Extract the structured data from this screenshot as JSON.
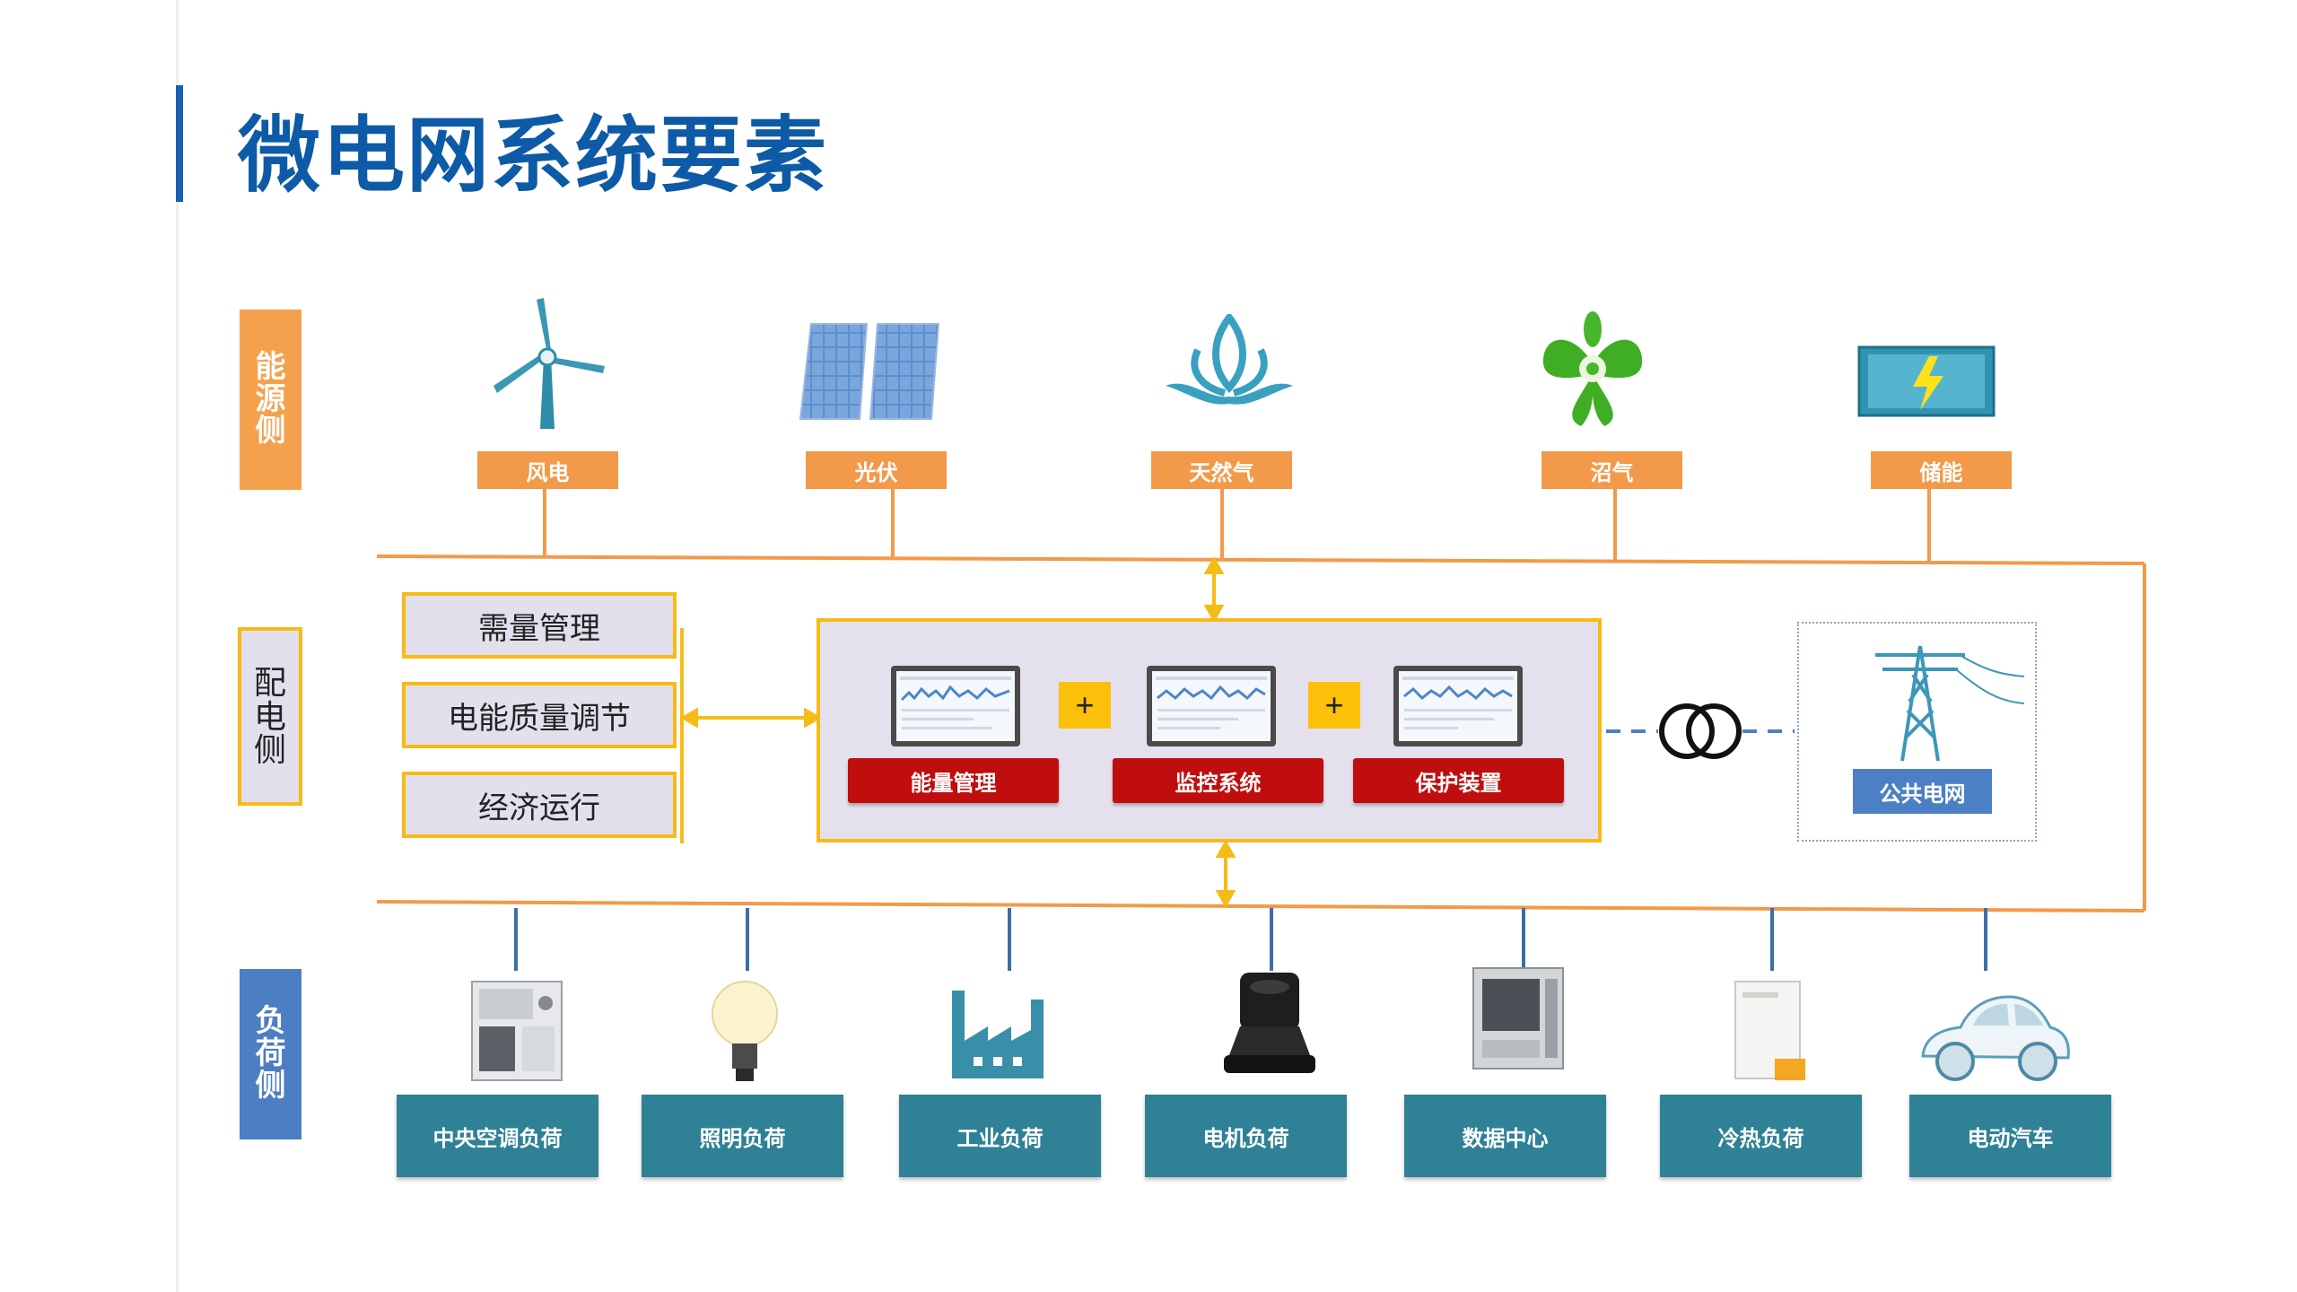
{
  "title": "微电网系统要素",
  "sides": {
    "energy": [
      "能",
      "源",
      "侧"
    ],
    "distribution": [
      "配",
      "电",
      "侧"
    ],
    "load": [
      "负",
      "荷",
      "侧"
    ]
  },
  "sources": [
    "风电",
    "光伏",
    "天然气",
    "沼气",
    "储能"
  ],
  "functions": [
    "需量管理",
    "电能质量调节",
    "经济运行"
  ],
  "systems": [
    "能量管理",
    "监控系统",
    "保护装置"
  ],
  "plus_sign": "+",
  "grid": "公共电网",
  "loads": [
    "中央空调负荷",
    "照明负荷",
    "工业负荷",
    "电机负荷",
    "数据中心",
    "冷热负荷",
    "电动汽车"
  ],
  "colors": {
    "title": "#0d5aa7",
    "energy": "#f29a4a",
    "bus": "#f29a4a",
    "frame": "#f5bb17",
    "red": "#c00d0d",
    "load": "#2f8196",
    "grid": "#4c80c4"
  }
}
